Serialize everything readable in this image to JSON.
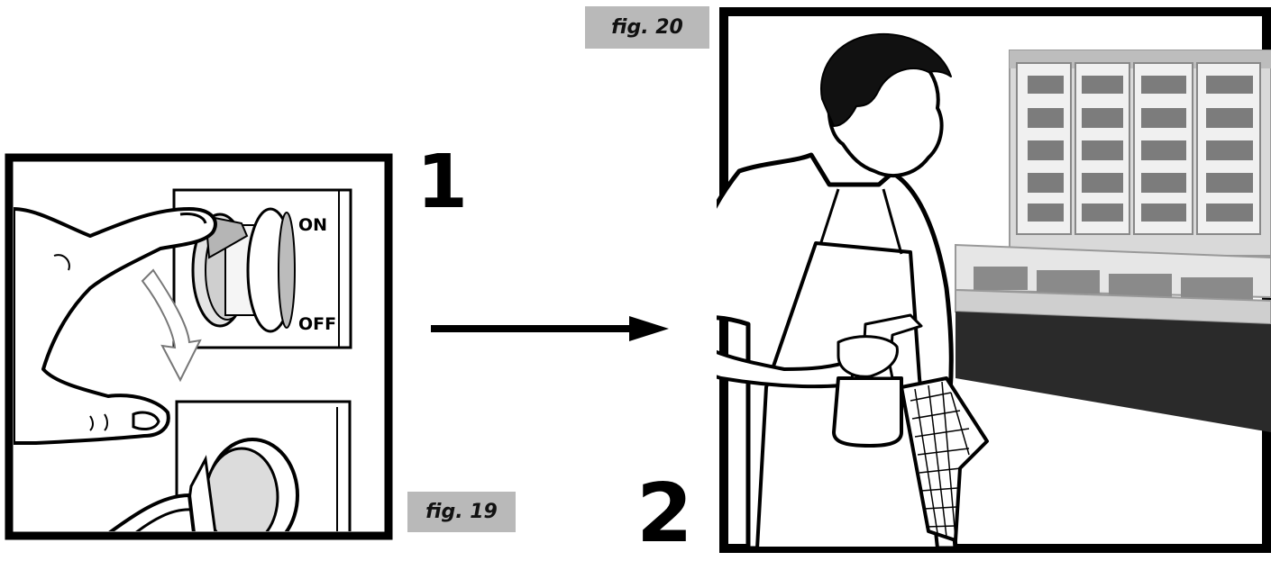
{
  "steps": {
    "step1_number": "1",
    "step2_number": "2"
  },
  "figures": {
    "fig19_label": "fig. 19",
    "fig20_label": "fig. 20"
  },
  "switch": {
    "on_label": "ON",
    "off_label": "OFF"
  },
  "colors": {
    "label_bg": "#b9b9b9",
    "frame": "#000000"
  }
}
